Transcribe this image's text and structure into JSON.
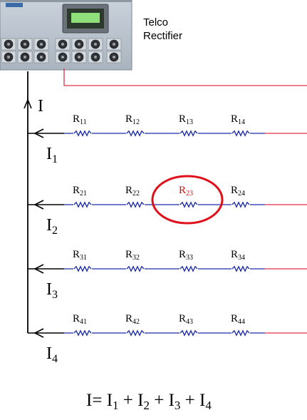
{
  "device": {
    "label_line1": "Telco",
    "label_line2": "Rectifier"
  },
  "currents": {
    "total": "I",
    "branches": [
      {
        "main": "I",
        "sub": "1"
      },
      {
        "main": "I",
        "sub": "2"
      },
      {
        "main": "I",
        "sub": "3"
      },
      {
        "main": "I",
        "sub": "4"
      }
    ]
  },
  "resistors": [
    [
      {
        "main": "R",
        "sub": "11"
      },
      {
        "main": "R",
        "sub": "12"
      },
      {
        "main": "R",
        "sub": "13"
      },
      {
        "main": "R",
        "sub": "14"
      }
    ],
    [
      {
        "main": "R",
        "sub": "21"
      },
      {
        "main": "R",
        "sub": "22"
      },
      {
        "main": "R",
        "sub": "23"
      },
      {
        "main": "R",
        "sub": "24"
      }
    ],
    [
      {
        "main": "R",
        "sub": "31"
      },
      {
        "main": "R",
        "sub": "32"
      },
      {
        "main": "R",
        "sub": "33"
      },
      {
        "main": "R",
        "sub": "34"
      }
    ],
    [
      {
        "main": "R",
        "sub": "41"
      },
      {
        "main": "R",
        "sub": "42"
      },
      {
        "main": "R",
        "sub": "43"
      },
      {
        "main": "R",
        "sub": "44"
      }
    ]
  ],
  "highlight": {
    "row": 2,
    "col": 3
  },
  "equation": {
    "lhs": "I=",
    "terms": [
      {
        "main": "I",
        "sub": "1"
      },
      {
        "main": "I",
        "sub": "2"
      },
      {
        "main": "I",
        "sub": "3"
      },
      {
        "main": "I",
        "sub": "4"
      }
    ],
    "operator": "+"
  },
  "colors": {
    "wire_black": "#000000",
    "wire_blue": "#1a2aa8",
    "wire_red": "#e0304a",
    "resistor_zigzag": "#1a2aa8",
    "highlight_ring": "#e0101a",
    "highlight_text": "#cc1010"
  }
}
